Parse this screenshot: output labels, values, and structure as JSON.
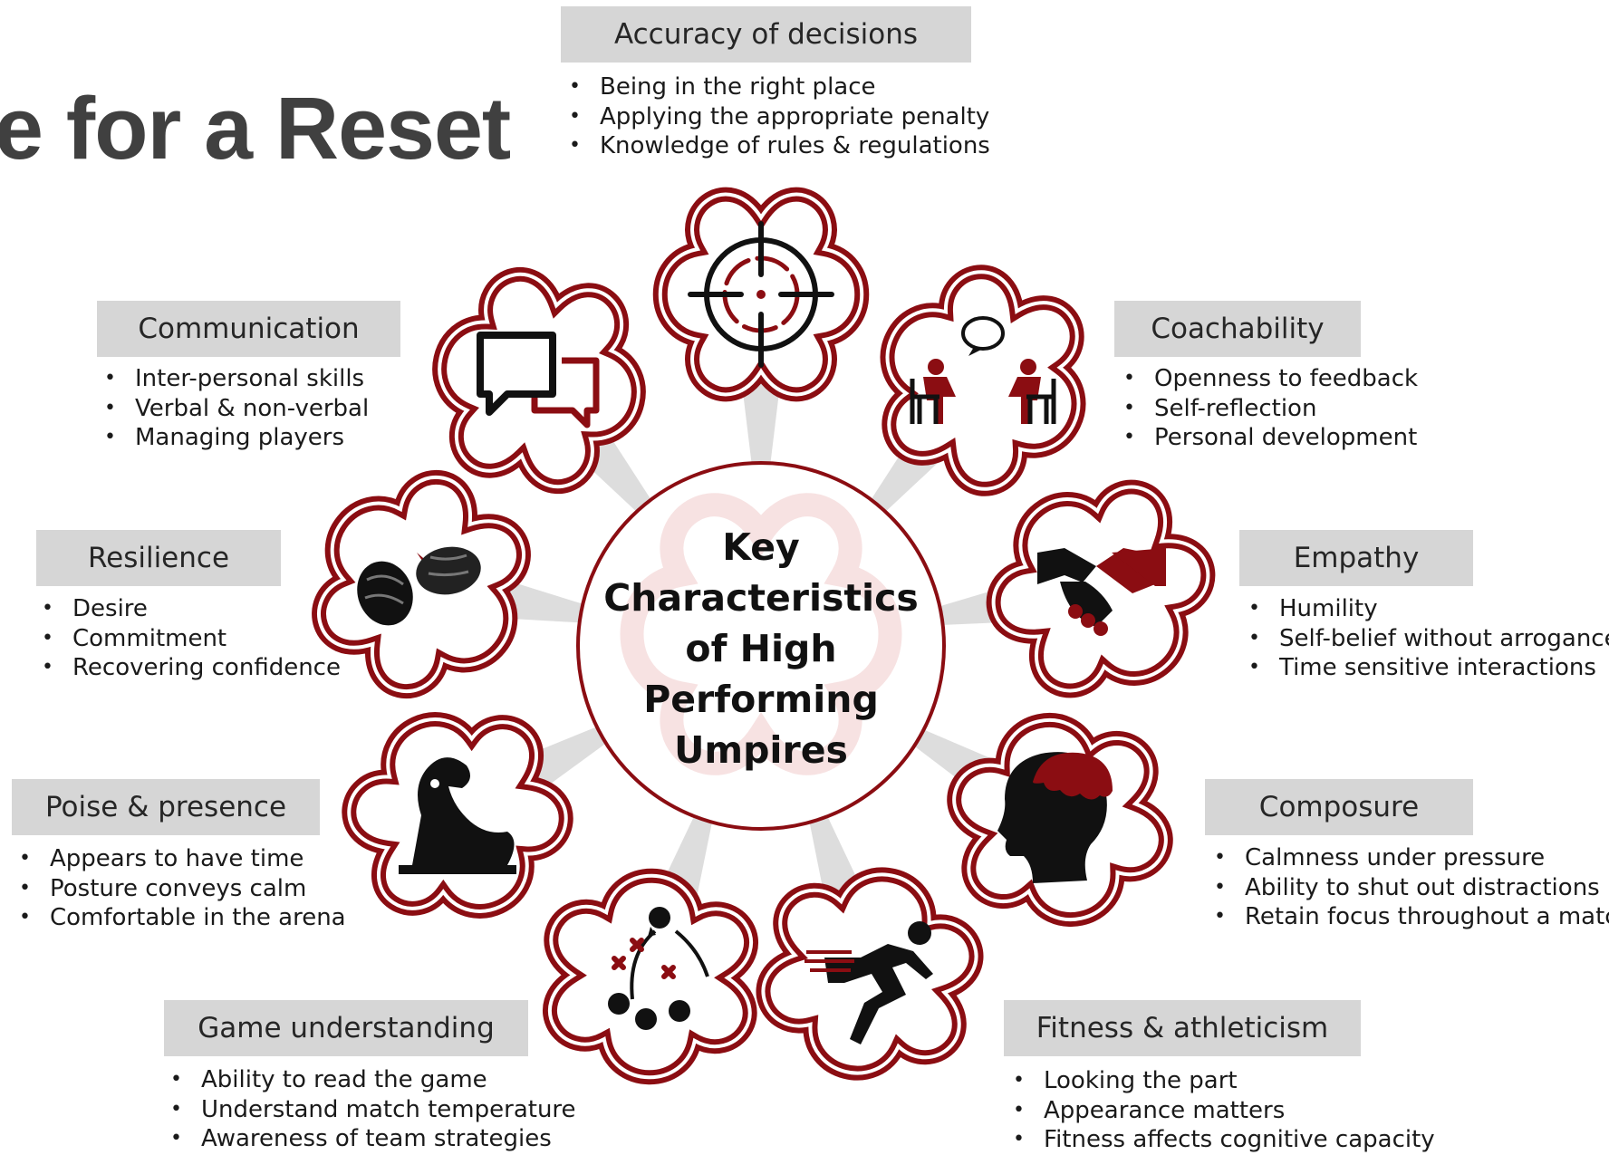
{
  "title": "e for a Reset",
  "center": {
    "lines": [
      "Key",
      "Characteristics",
      "of High",
      "Performing",
      "Umpires"
    ]
  },
  "colors": {
    "accent": "#8b0d12",
    "label_bg": "#d6d6d6",
    "title": "#404040"
  },
  "characteristics": [
    {
      "label": "Accuracy of decisions",
      "icon": "crosshair-icon",
      "bullets": [
        "Being in the right place",
        "Applying the appropriate penalty",
        "Knowledge of rules & regulations"
      ]
    },
    {
      "label": "Communication",
      "icon": "speech-bubbles-icon",
      "bullets": [
        "Inter-personal skills",
        "Verbal & non-verbal",
        "Managing players"
      ]
    },
    {
      "label": "Coachability",
      "icon": "coaching-conversation-icon",
      "bullets": [
        "Openness to feedback",
        "Self-reflection",
        "Personal development"
      ]
    },
    {
      "label": "Resilience",
      "icon": "boxing-gloves-icon",
      "bullets": [
        "Desire",
        "Commitment",
        "Recovering confidence"
      ]
    },
    {
      "label": "Empathy",
      "icon": "handshake-icon",
      "bullets": [
        "Humility",
        "Self-belief without arrogance",
        "Time sensitive interactions"
      ]
    },
    {
      "label": "Poise & presence",
      "icon": "lion-statue-icon",
      "bullets": [
        "Appears to have time",
        "Posture conveys calm",
        "Comfortable in the arena"
      ]
    },
    {
      "label": "Composure",
      "icon": "head-brain-icon",
      "bullets": [
        "Calmness under pressure",
        "Ability to shut out distractions",
        "Retain focus throughout a match"
      ]
    },
    {
      "label": "Game understanding",
      "icon": "tactics-play-icon",
      "bullets": [
        "Ability to read the game",
        "Understand match temperature",
        "Awareness of team strategies"
      ]
    },
    {
      "label": "Fitness & athleticism",
      "icon": "sprinter-icon",
      "bullets": [
        "Looking the part",
        "Appearance matters",
        "Fitness affects cognitive capacity"
      ]
    }
  ]
}
